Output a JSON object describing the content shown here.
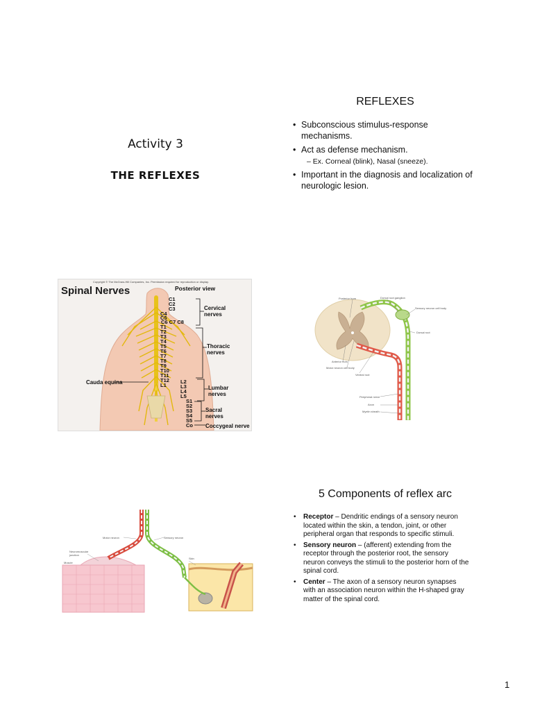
{
  "slide1": {
    "title": "Activity 3",
    "subtitle": "THE REFLEXES"
  },
  "slide2": {
    "title": "REFLEXES",
    "bullets": [
      "Subconscious stimulus-response mechanisms.",
      "Act as defense mechanism."
    ],
    "subbullet": "– Ex. Corneal (blink), Nasal (sneeze).",
    "bullet3": "Important in the diagnosis and localization of neurologic lesion."
  },
  "slide3": {
    "copyright": "Copyright © The McGraw-Hill Companies, Inc. Permission required for reproduction or display.",
    "heading": "Spinal  Nerves",
    "posterior": "Posterior view",
    "cervical": [
      "C1",
      "C2",
      "C3",
      "C4",
      "C5",
      "C6  C7  C8"
    ],
    "thoracic": [
      "T1",
      "T2",
      "T3",
      "T4",
      "T5",
      "T6",
      "T7",
      "T8",
      "T9",
      "T10",
      "T11",
      "T12"
    ],
    "lumbar": [
      "L1",
      "L2",
      "L3",
      "L4",
      "L5"
    ],
    "sacral": [
      "S1",
      "S2",
      "S3",
      "S4",
      "S5",
      "Co"
    ],
    "groups": {
      "cervical": "Cervical nerves",
      "thoracic": "Thoracic nerves",
      "lumbar": "Lumbar nerves",
      "sacral": "Sacral nerves",
      "coccygeal": "Coccygeal nerve",
      "cauda": "Cauda equina"
    }
  },
  "slide4": {
    "labels": {
      "posterior_horn": "Posterior horn",
      "dorsal_ganglion": "Dorsal root ganglion",
      "sensory_cell": "Sensory neuron cell body",
      "dorsal_root": "Dorsal root",
      "anterior_horn": "Anterior horn",
      "motor_cell": "Motor neuron cell body",
      "ventral_root": "Ventral root",
      "peripheral": "Peripheral nerve",
      "axon": "Axon",
      "myelin": "Myelin sheath"
    }
  },
  "slide5": {
    "labels": {
      "motor": "Motor neuron",
      "sensory": "Sensory neuron",
      "nmj": "Neuromuscular junction",
      "muscle": "Muscle",
      "skin": "Skin"
    }
  },
  "slide6": {
    "title": "5 Components of  reflex arc",
    "items": [
      {
        "term": "Receptor",
        "text": " – Dendritic endings of a sensory neuron located within the skin, a tendon,  joint, or other peripheral organ that responds to specific stimuli."
      },
      {
        "term": "Sensory neuron",
        "text": " – (afferent) extending from the receptor through the posterior root, the sensory neuron conveys the stimuli to the posterior horn of the spinal cord."
      },
      {
        "term": "Center",
        "text": " – The axon of a sensory neuron synapses with an association neuron within the H-shaped gray matter of the spinal cord."
      }
    ]
  },
  "page_number": "1"
}
